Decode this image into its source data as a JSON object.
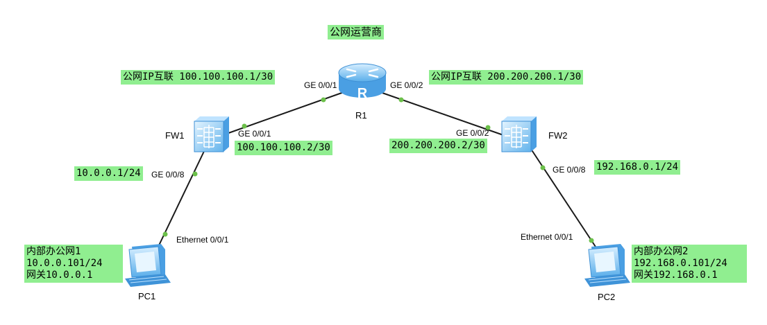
{
  "colors": {
    "label_bg": "#90ee90",
    "link": "#1a1a1a",
    "port_dot": "#6cc04a",
    "device": "#4aa3e6"
  },
  "isp": {
    "title": "公网运营商"
  },
  "devices": {
    "r1": {
      "name": "R1",
      "icon": "router-icon"
    },
    "fw1": {
      "name": "FW1",
      "icon": "firewall-icon"
    },
    "fw2": {
      "name": "FW2",
      "icon": "firewall-icon"
    },
    "pc1": {
      "name": "PC1",
      "icon": "pc-icon"
    },
    "pc2": {
      "name": "PC2",
      "icon": "pc-icon"
    }
  },
  "ports": {
    "r1_left": "GE 0/0/1",
    "r1_right": "GE 0/0/2",
    "fw1_up": "GE 0/0/1",
    "fw1_down": "GE 0/0/8",
    "fw2_up": "GE 0/0/2",
    "fw2_down": "GE 0/0/8",
    "pc1": "Ethernet 0/0/1",
    "pc2": "Ethernet 0/0/1"
  },
  "labels": {
    "r1_left_ip": "公网IP互联 100.100.100.1/30",
    "r1_right_ip": "公网IP互联 200.200.200.1/30",
    "fw1_wan_ip": "100.100.100.2/30",
    "fw2_wan_ip": "200.200.200.2/30",
    "fw1_lan_ip": "10.0.0.1/24",
    "fw2_lan_ip": "192.168.0.1/24",
    "pc1": {
      "line1": "内部办公网1",
      "line2": "10.0.0.101/24",
      "line3": "网关10.0.0.1"
    },
    "pc2": {
      "line1": "内部办公网2",
      "line2": "192.168.0.101/24",
      "line3": "网关192.168.0.1"
    }
  }
}
